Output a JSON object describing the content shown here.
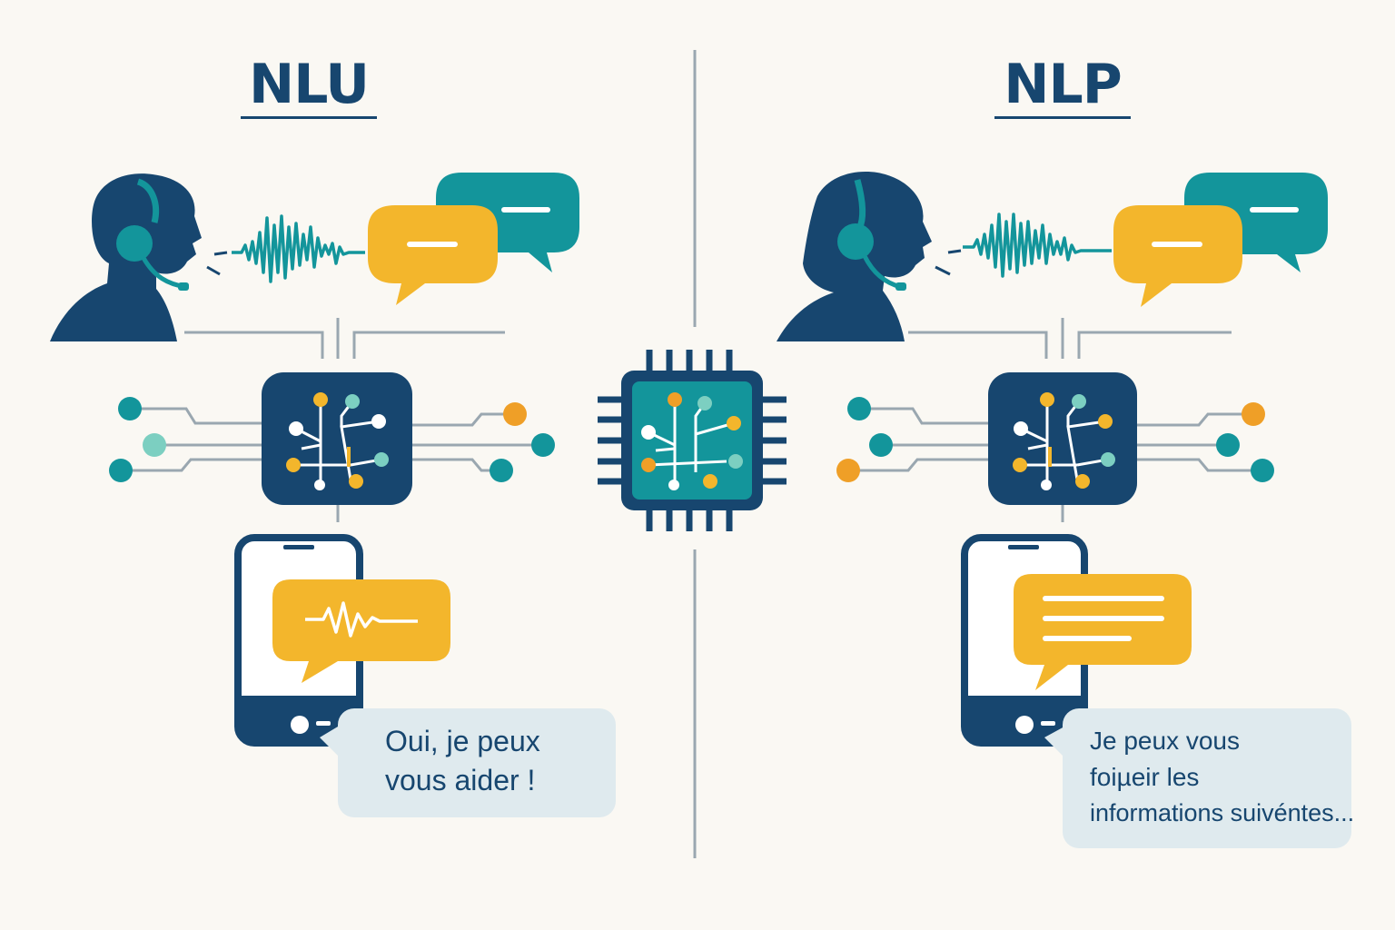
{
  "colors": {
    "background": "#faf8f3",
    "navy": "#17466f",
    "teal": "#13959b",
    "yellow": "#f3b62c",
    "orange": "#ef9f27",
    "mint": "#7ccfc1",
    "gray": "#9aa7b0",
    "reply_box": "#dfeaee"
  },
  "left": {
    "title": "NLU",
    "reply_line1": "Oui, je peux",
    "reply_line2": "vous aider !"
  },
  "right": {
    "title": "NLP",
    "reply_line1": "Je peux vous",
    "reply_line2": "foiµeir les",
    "reply_line3": "informations suivéntes..."
  },
  "icons": [
    "headset-man-icon",
    "headset-woman-icon",
    "sound-wave-icon",
    "speech-bubble-icon",
    "neural-network-chip-icon",
    "processor-chip-icon",
    "smartphone-icon"
  ]
}
